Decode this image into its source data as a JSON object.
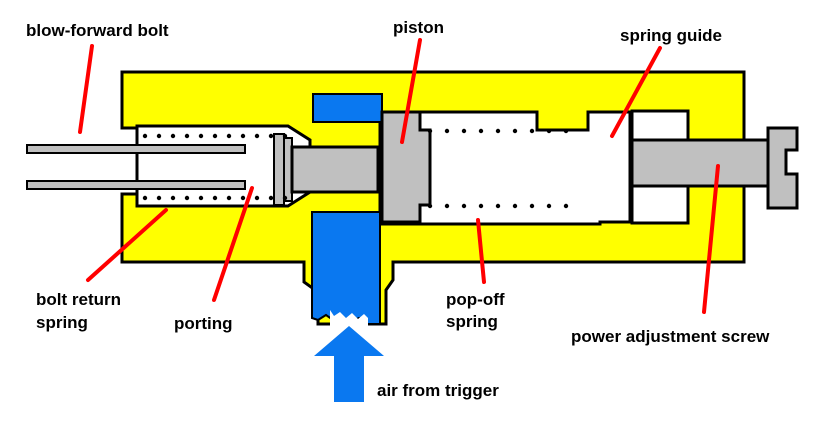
{
  "labels": {
    "blow_forward_bolt": "blow-forward bolt",
    "piston": "piston",
    "spring_guide": "spring guide",
    "bolt_return_spring_line1": "bolt return",
    "bolt_return_spring_line2": "spring",
    "porting": "porting",
    "pop_off_spring_line1": "pop-off",
    "pop_off_spring_line2": "spring",
    "power_adjustment_screw": "power adjustment screw",
    "air_from_trigger": "air from trigger"
  },
  "colors": {
    "body": "#ffff00",
    "outline": "#000000",
    "metal": "#c0c0c0",
    "air": "#0a78f0",
    "leader_line": "#ff0000",
    "background": "#ffffff"
  },
  "icons": {
    "air_direction": "arrow-up-icon"
  }
}
